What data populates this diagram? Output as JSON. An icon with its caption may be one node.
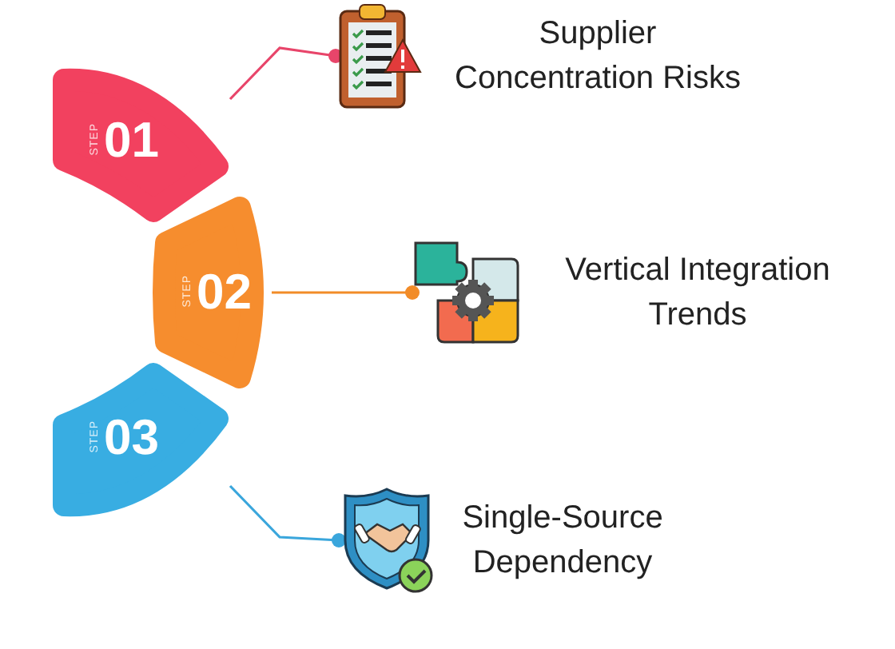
{
  "diagram": {
    "nodes": [
      {
        "text": [
          "STEP",
          "01"
        ]
      },
      {
        "text": [
          "STEP",
          "02"
        ]
      },
      {
        "text": [
          "STEP",
          "03"
        ]
      },
      {
        "text": [
          "Supplier Concentration Risks"
        ]
      },
      {
        "text": [
          "Vertical Integration Trends"
        ]
      },
      {
        "text": [
          "Single-Source Dependency"
        ]
      }
    ],
    "edges": [
      {
        "from": 0,
        "to": 3,
        "arrow": "other",
        "color": "#e8456a"
      },
      {
        "from": 1,
        "to": 4,
        "arrow": "other",
        "color": "#f28c28"
      },
      {
        "from": 2,
        "to": 5,
        "arrow": "other",
        "color": "#3aa6dc"
      }
    ]
  }
}
